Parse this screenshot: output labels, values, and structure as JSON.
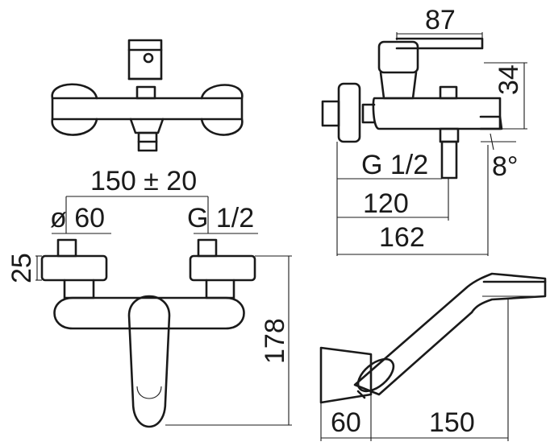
{
  "dimensions": {
    "top_width": "87",
    "top_height": "34",
    "inlet_thread_side": "G 1/2",
    "spout_angle": "8°",
    "spout_reach": "120",
    "total_depth": "162",
    "center_distance": "150 ± 20",
    "rosette_diameter": "ø 60",
    "inlet_thread_front": "G 1/2",
    "rosette_depth": "25",
    "total_height": "178",
    "holder_depth": "60",
    "shower_length": "150"
  },
  "colors": {
    "line": "#1a1a1a",
    "background": "#ffffff"
  }
}
